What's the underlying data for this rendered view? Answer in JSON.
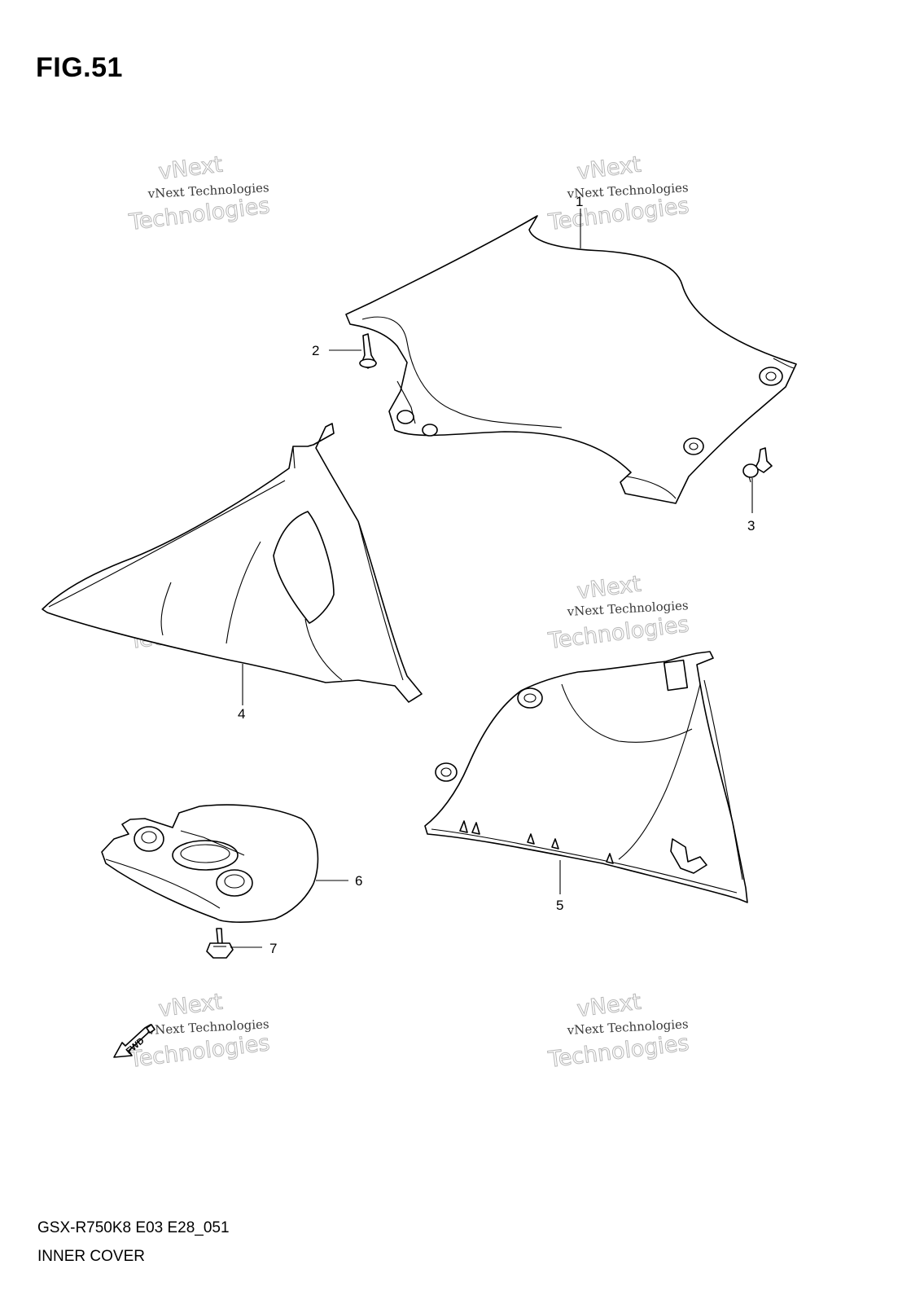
{
  "figure": {
    "title": "FIG.51",
    "model_code": "GSX-R750K8 E03 E28_051",
    "name": "INNER COVER"
  },
  "callouts": [
    "1",
    "2",
    "3",
    "4",
    "5",
    "6",
    "7"
  ],
  "watermark": {
    "line1": "vNext",
    "line2": "vNext Technologies",
    "line3": "Technologies",
    "line4": "Technologies"
  },
  "fwd_label": "FWD"
}
